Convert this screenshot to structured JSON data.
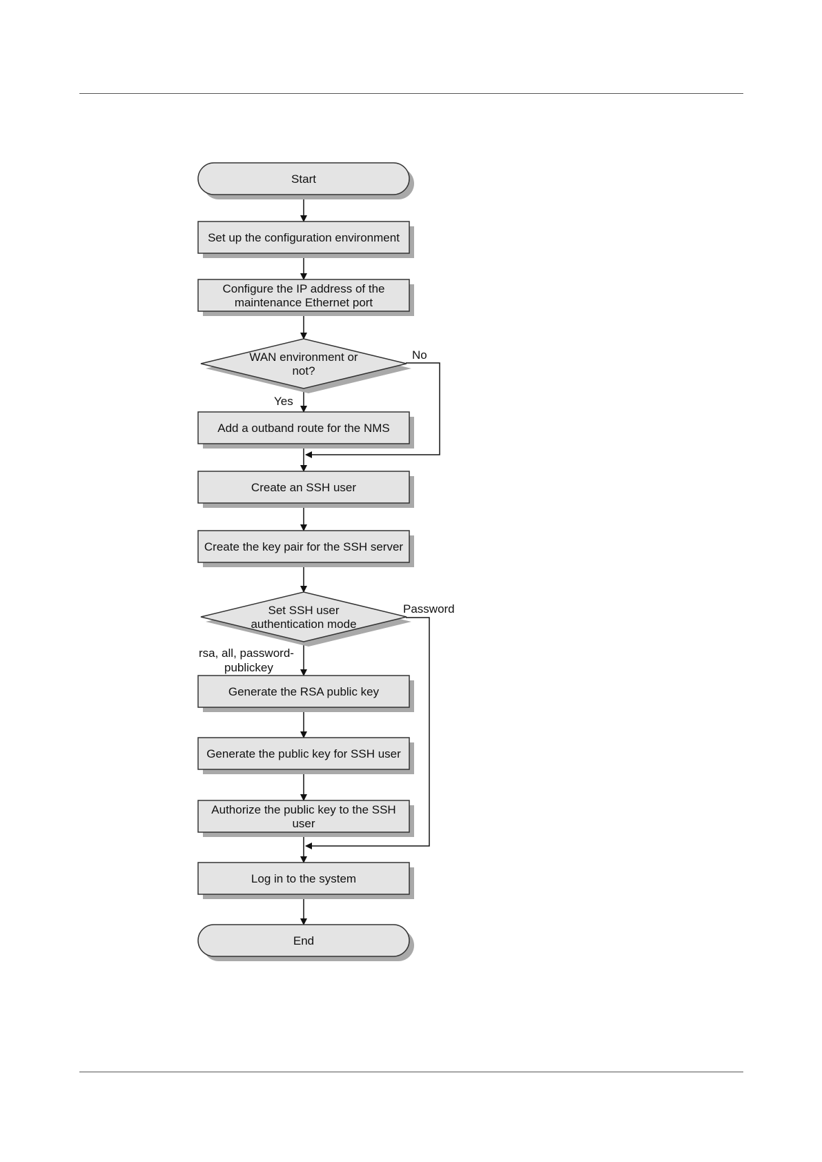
{
  "colors": {
    "box_fill": "#e4e4e4",
    "box_stroke": "#333333",
    "shadow": "#a9a9a9",
    "line": "#111111"
  },
  "steps": {
    "start": [
      "Start"
    ],
    "setup_env": [
      "Set up the configuration environment"
    ],
    "configure_ip": [
      "Configure the IP address of the",
      "maintenance Ethernet port"
    ],
    "wan_decision": [
      "WAN environment or",
      "not?"
    ],
    "add_route": [
      "Add a outband route for the NMS"
    ],
    "create_user": [
      "Create an SSH user"
    ],
    "create_keypair": [
      "Create the key pair for the SSH server"
    ],
    "auth_decision": [
      "Set SSH user",
      "authentication mode"
    ],
    "gen_rsa": [
      "Generate the RSA public key"
    ],
    "gen_user_key": [
      "Generate the public key for SSH user"
    ],
    "authorize_key": [
      "Authorize the public key to the SSH",
      "user"
    ],
    "login": [
      "Log in to the system"
    ],
    "end": [
      "End"
    ]
  },
  "edge_labels": {
    "wan_no": "No",
    "wan_yes": "Yes",
    "auth_password": "Password",
    "auth_other_line1": "rsa, all, password-",
    "auth_other_line2": "publickey"
  }
}
